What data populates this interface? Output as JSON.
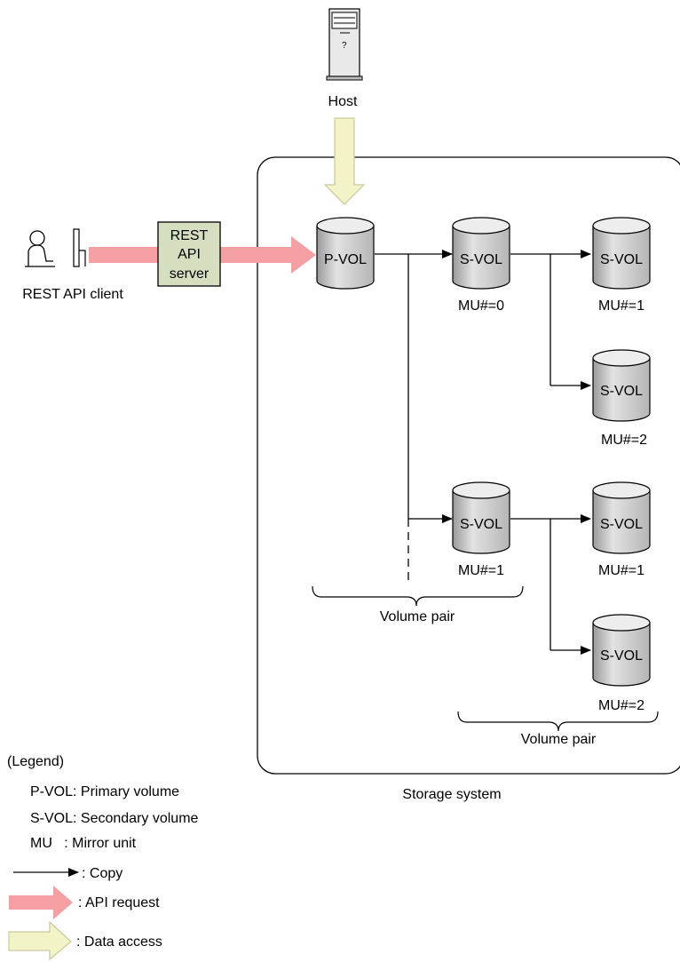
{
  "host": {
    "label": "Host"
  },
  "client": {
    "label": "REST API client"
  },
  "api_server": {
    "line1": "REST",
    "line2": "API",
    "line3": "server"
  },
  "storage": {
    "label": "Storage system"
  },
  "volumes": {
    "pvol": "P-VOL",
    "svol_a": "S-VOL",
    "svol_b": "S-VOL",
    "svol_c": "S-VOL",
    "svol_d": "S-VOL",
    "svol_e": "S-VOL",
    "svol_f": "S-VOL"
  },
  "mu_labels": {
    "a": "MU#=0",
    "b": "MU#=1",
    "c": "MU#=2",
    "d": "MU#=1",
    "e": "MU#=1",
    "f": "MU#=2"
  },
  "braces": {
    "left": "Volume pair",
    "right": "Volume pair"
  },
  "legend": {
    "title": "(Legend)",
    "pvol": "P-VOL: Primary volume",
    "svol": "S-VOL: Secondary volume",
    "mu": "MU   : Mirror unit",
    "copy": ": Copy",
    "api": ": API request",
    "data": ": Data access"
  },
  "colors": {
    "api_arrow": "#f4a0a3",
    "data_arrow": "#f3f3c8",
    "data_arrow_stroke": "#c9c99a",
    "server_box": "#d6dec0",
    "cylinder": "#cfcfcf"
  }
}
